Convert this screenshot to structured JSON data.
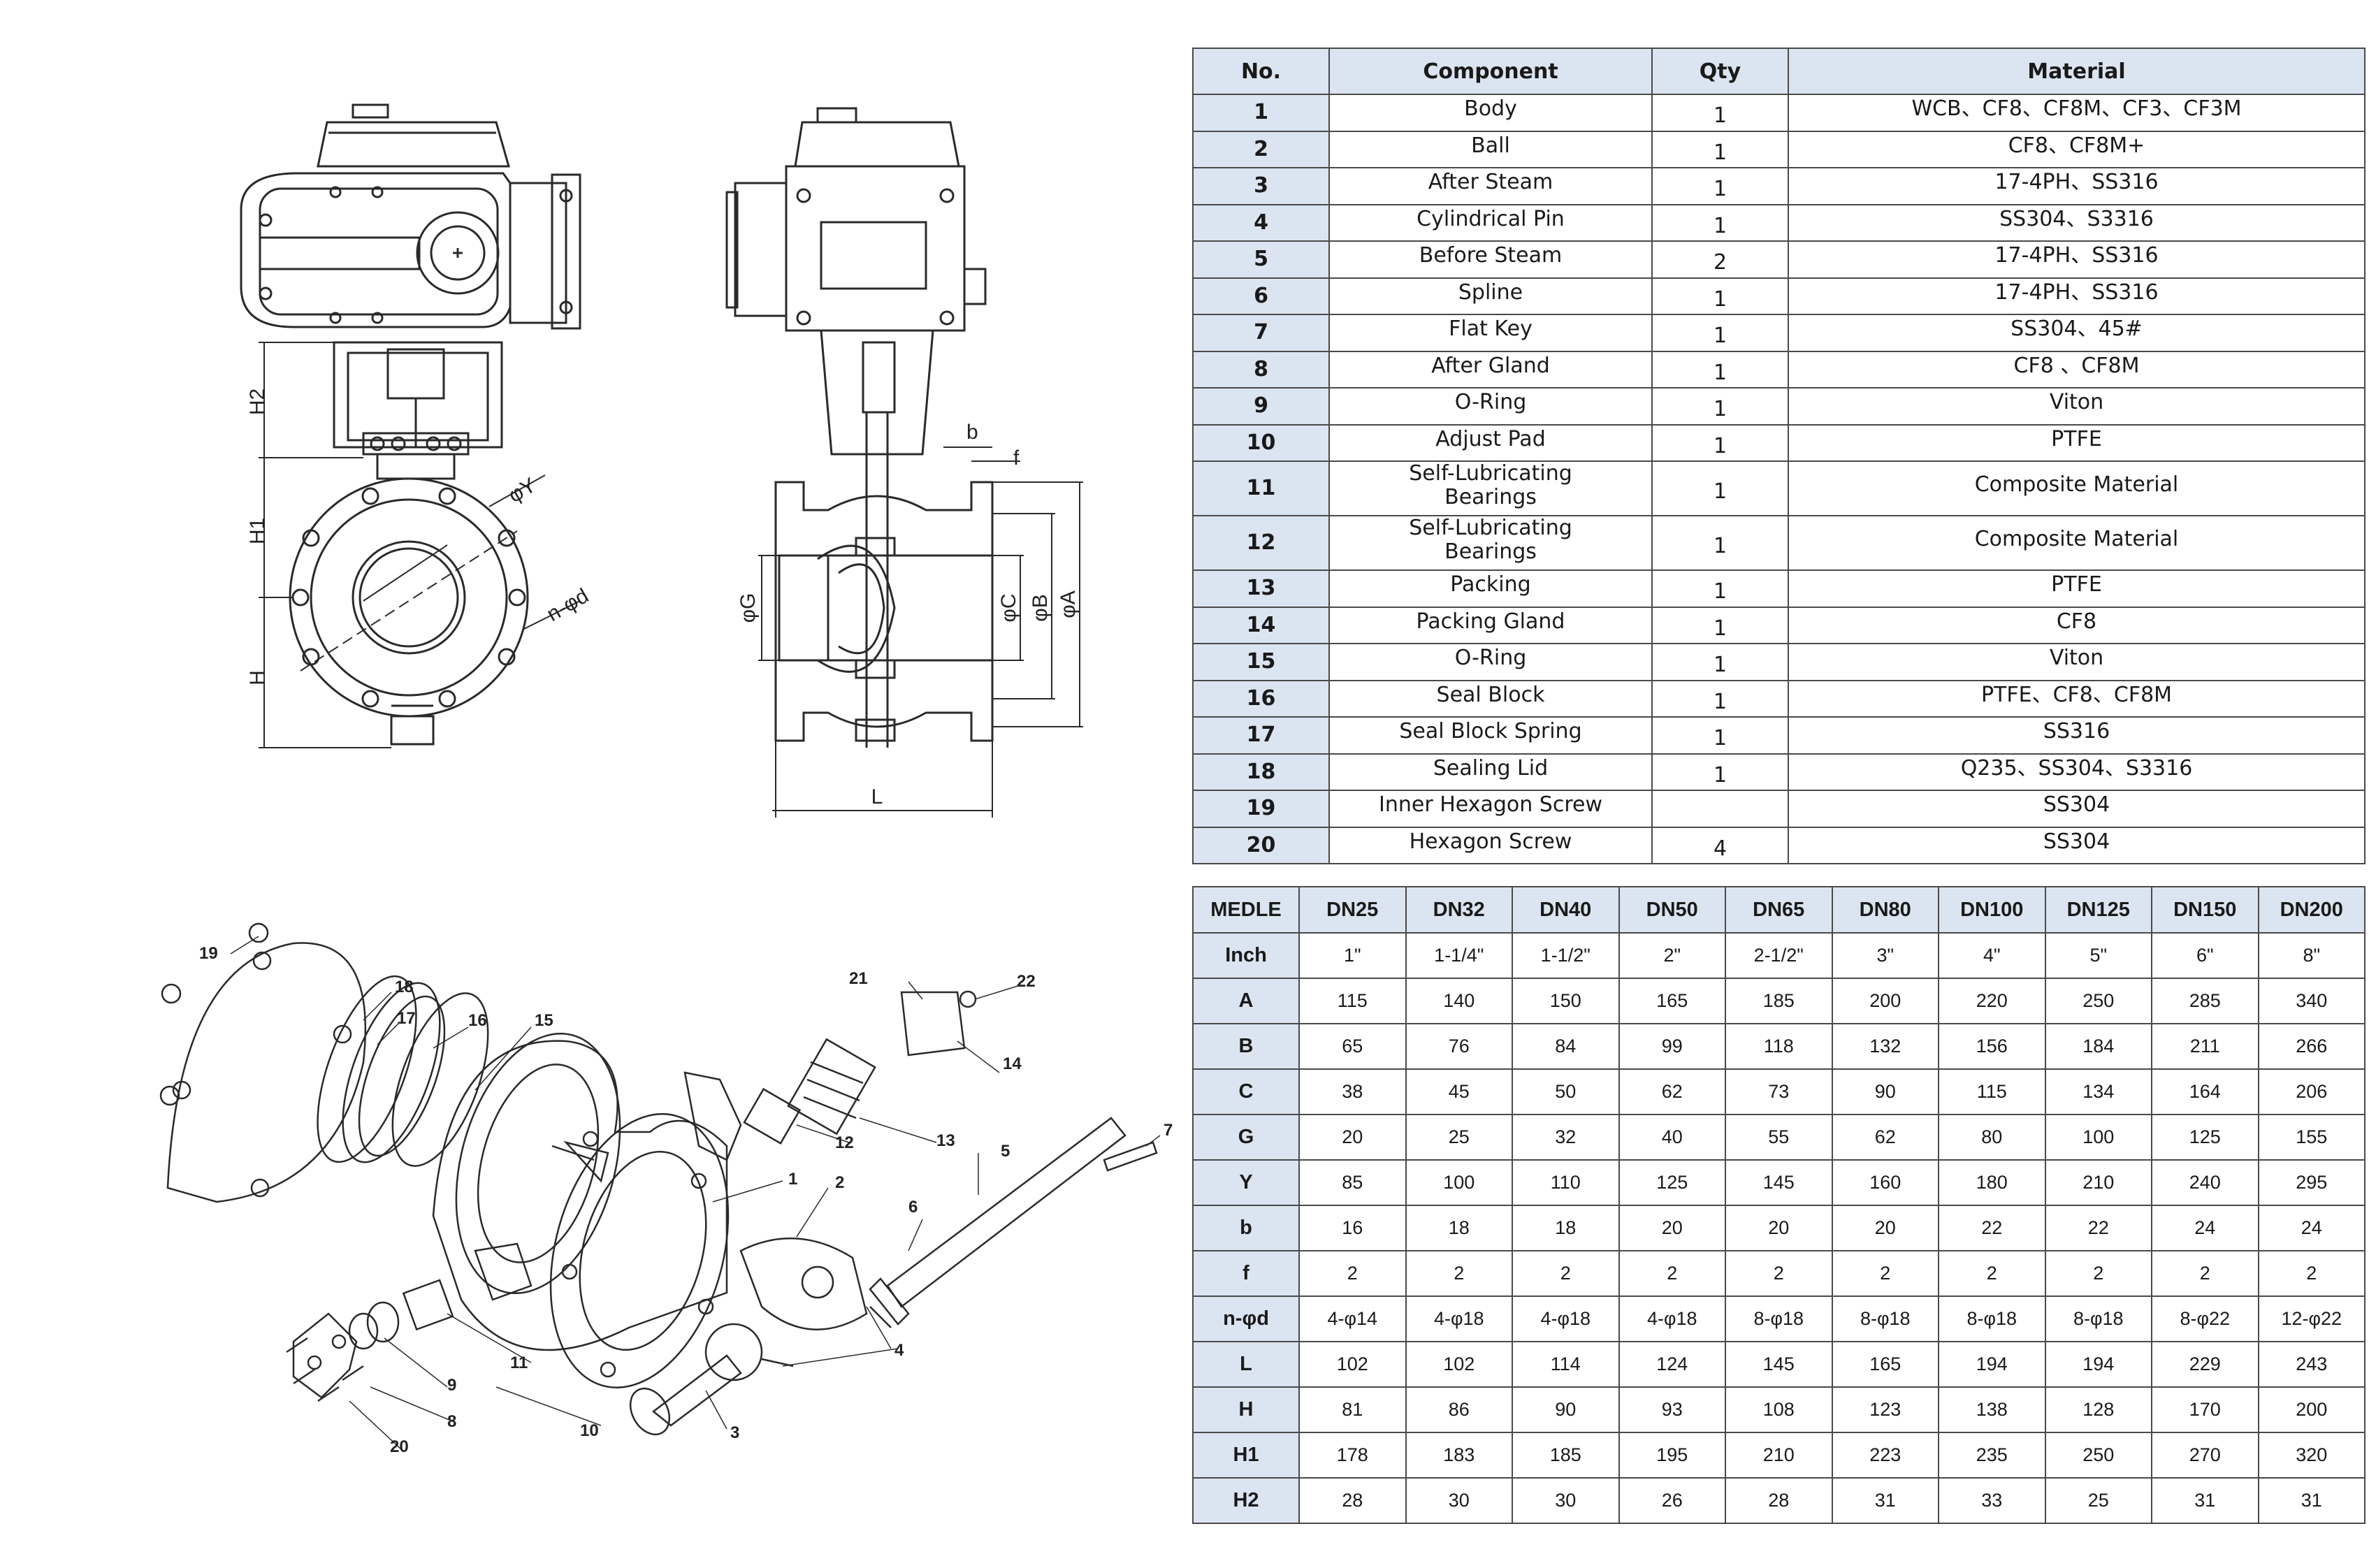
{
  "dimension_labels": {
    "h2": "H2",
    "h1": "H1",
    "h": "H",
    "y": "φY",
    "nd": "n-φd",
    "g": "φG",
    "c": "φC",
    "b_dia": "φB",
    "a": "φA",
    "b": "b",
    "f": "f",
    "l": "L"
  },
  "callouts": [
    "1",
    "2",
    "3",
    "4",
    "5",
    "6",
    "7",
    "8",
    "9",
    "10",
    "11",
    "12",
    "13",
    "14",
    "15",
    "16",
    "17",
    "18",
    "19",
    "20",
    "21",
    "22"
  ],
  "parts_table": {
    "headers": [
      "No.",
      "Component",
      "Qty",
      "Material"
    ],
    "rows": [
      {
        "no": "1",
        "component": "Body",
        "qty": "1",
        "material": "WCB、CF8、CF8M、CF3、CF3M"
      },
      {
        "no": "2",
        "component": "Ball",
        "qty": "1",
        "material": "CF8、CF8M+"
      },
      {
        "no": "3",
        "component": "After Steam",
        "qty": "1",
        "material": "17-4PH、SS316"
      },
      {
        "no": "4",
        "component": "Cylindrical Pin",
        "qty": "1",
        "material": "SS304、S3316"
      },
      {
        "no": "5",
        "component": "Before Steam",
        "qty": "2",
        "material": "17-4PH、SS316"
      },
      {
        "no": "6",
        "component": "Spline",
        "qty": "1",
        "material": "17-4PH、SS316"
      },
      {
        "no": "7",
        "component": "Flat Key",
        "qty": "1",
        "material": "SS304、45#"
      },
      {
        "no": "8",
        "component": "After Gland",
        "qty": "1",
        "material": "CF8 、CF8M"
      },
      {
        "no": "9",
        "component": "O-Ring",
        "qty": "1",
        "material": "Viton"
      },
      {
        "no": "10",
        "component": "Adjust Pad",
        "qty": "1",
        "material": "PTFE"
      },
      {
        "no": "11",
        "component": "Self-Lubricating Bearings",
        "qty": "1",
        "material": "Composite Material"
      },
      {
        "no": "12",
        "component": "Self-Lubricating Bearings",
        "qty": "1",
        "material": "Composite Material"
      },
      {
        "no": "13",
        "component": "Packing",
        "qty": "1",
        "material": "PTFE"
      },
      {
        "no": "14",
        "component": "Packing Gland",
        "qty": "1",
        "material": "CF8"
      },
      {
        "no": "15",
        "component": "O-Ring",
        "qty": "1",
        "material": "Viton"
      },
      {
        "no": "16",
        "component": "Seal Block",
        "qty": "1",
        "material": "PTFE、CF8、CF8M"
      },
      {
        "no": "17",
        "component": "Seal Block Spring",
        "qty": "1",
        "material": "SS316"
      },
      {
        "no": "18",
        "component": "Sealing Lid",
        "qty": "1",
        "material": "Q235、SS304、S3316"
      },
      {
        "no": "19",
        "component": "Inner Hexagon Screw",
        "qty": "",
        "material": "SS304"
      },
      {
        "no": "20",
        "component": "Hexagon Screw",
        "qty": "4",
        "material": "SS304"
      }
    ]
  },
  "dimension_table": {
    "corner": "MEDLE",
    "sizes": [
      "DN25",
      "DN32",
      "DN40",
      "DN50",
      "DN65",
      "DN80",
      "DN100",
      "DN125",
      "DN150",
      "DN200"
    ],
    "rows": [
      {
        "label": "Inch",
        "values": [
          "1\"",
          "1-1/4\"",
          "1-1/2\"",
          "2\"",
          "2-1/2\"",
          "3\"",
          "4\"",
          "5\"",
          "6\"",
          "8\""
        ]
      },
      {
        "label": "A",
        "values": [
          "115",
          "140",
          "150",
          "165",
          "185",
          "200",
          "220",
          "250",
          "285",
          "340"
        ]
      },
      {
        "label": "B",
        "values": [
          "65",
          "76",
          "84",
          "99",
          "118",
          "132",
          "156",
          "184",
          "211",
          "266"
        ]
      },
      {
        "label": "C",
        "values": [
          "38",
          "45",
          "50",
          "62",
          "73",
          "90",
          "115",
          "134",
          "164",
          "206"
        ]
      },
      {
        "label": "G",
        "values": [
          "20",
          "25",
          "32",
          "40",
          "55",
          "62",
          "80",
          "100",
          "125",
          "155"
        ]
      },
      {
        "label": "Y",
        "values": [
          "85",
          "100",
          "110",
          "125",
          "145",
          "160",
          "180",
          "210",
          "240",
          "295"
        ]
      },
      {
        "label": "b",
        "values": [
          "16",
          "18",
          "18",
          "20",
          "20",
          "20",
          "22",
          "22",
          "24",
          "24"
        ]
      },
      {
        "label": "f",
        "values": [
          "2",
          "2",
          "2",
          "2",
          "2",
          "2",
          "2",
          "2",
          "2",
          "2"
        ]
      },
      {
        "label": "n-φd",
        "values": [
          "4-φ14",
          "4-φ18",
          "4-φ18",
          "4-φ18",
          "8-φ18",
          "8-φ18",
          "8-φ18",
          "8-φ18",
          "8-φ22",
          "12-φ22"
        ]
      },
      {
        "label": "L",
        "values": [
          "102",
          "102",
          "114",
          "124",
          "145",
          "165",
          "194",
          "194",
          "229",
          "243"
        ]
      },
      {
        "label": "H",
        "values": [
          "81",
          "86",
          "90",
          "93",
          "108",
          "123",
          "138",
          "128",
          "170",
          "200"
        ]
      },
      {
        "label": "H1",
        "values": [
          "178",
          "183",
          "185",
          "195",
          "210",
          "223",
          "235",
          "250",
          "270",
          "320"
        ]
      },
      {
        "label": "H2",
        "values": [
          "28",
          "30",
          "30",
          "26",
          "28",
          "31",
          "33",
          "25",
          "31",
          "31"
        ]
      }
    ]
  }
}
